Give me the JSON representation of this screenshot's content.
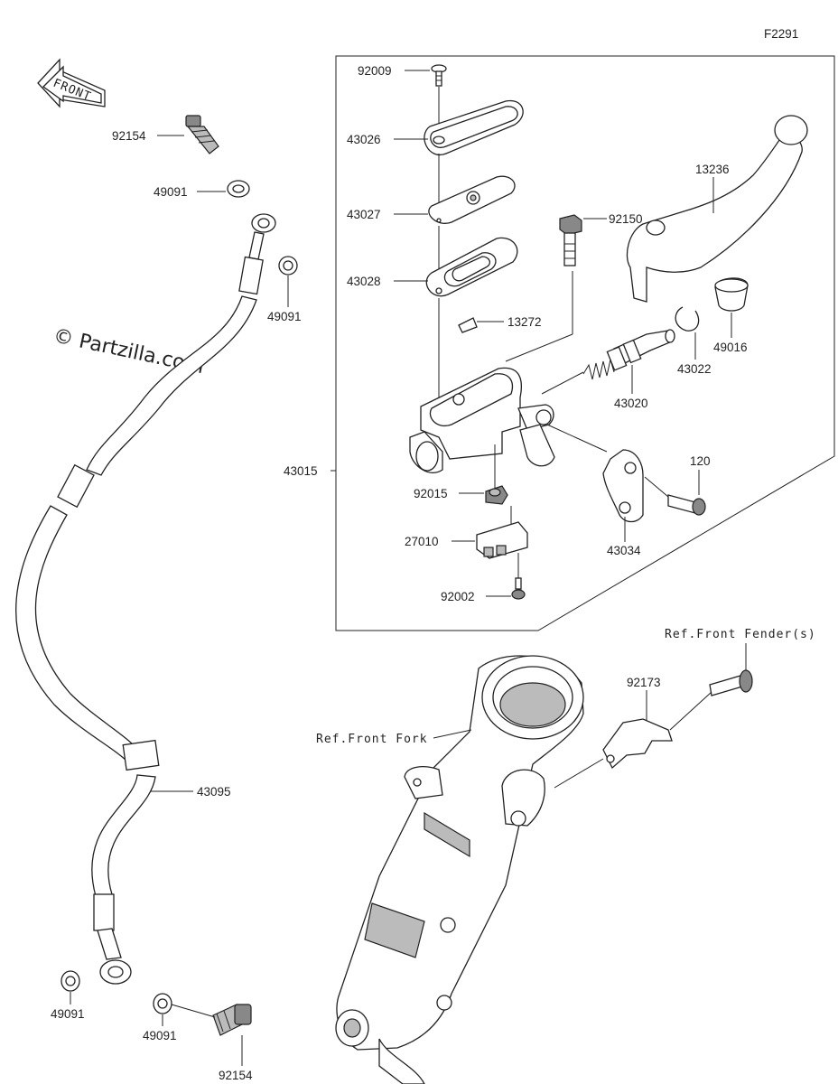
{
  "figure_code": "F2291",
  "front_arrow_label": "FRONT",
  "watermark": "© Partzilla.com",
  "callouts": {
    "p92009": "92009",
    "p43026": "43026",
    "p43027": "43027",
    "p43028": "43028",
    "p13272": "13272",
    "p43015": "43015",
    "p92015": "92015",
    "p27010": "27010",
    "p92002": "92002",
    "p92150": "92150",
    "p13236": "13236",
    "p49016": "49016",
    "p43022": "43022",
    "p43020": "43020",
    "p120": "120",
    "p43034": "43034",
    "p92154_top": "92154",
    "p49091_top": "49091",
    "p49091_mid": "49091",
    "p43095": "43095",
    "p49091_bl": "49091",
    "p49091_bm": "49091",
    "p92154_bot": "92154",
    "p92173": "92173"
  },
  "references": {
    "front_fender": "Ref.Front Fender(s)",
    "front_fork": "Ref.Front Fork"
  }
}
